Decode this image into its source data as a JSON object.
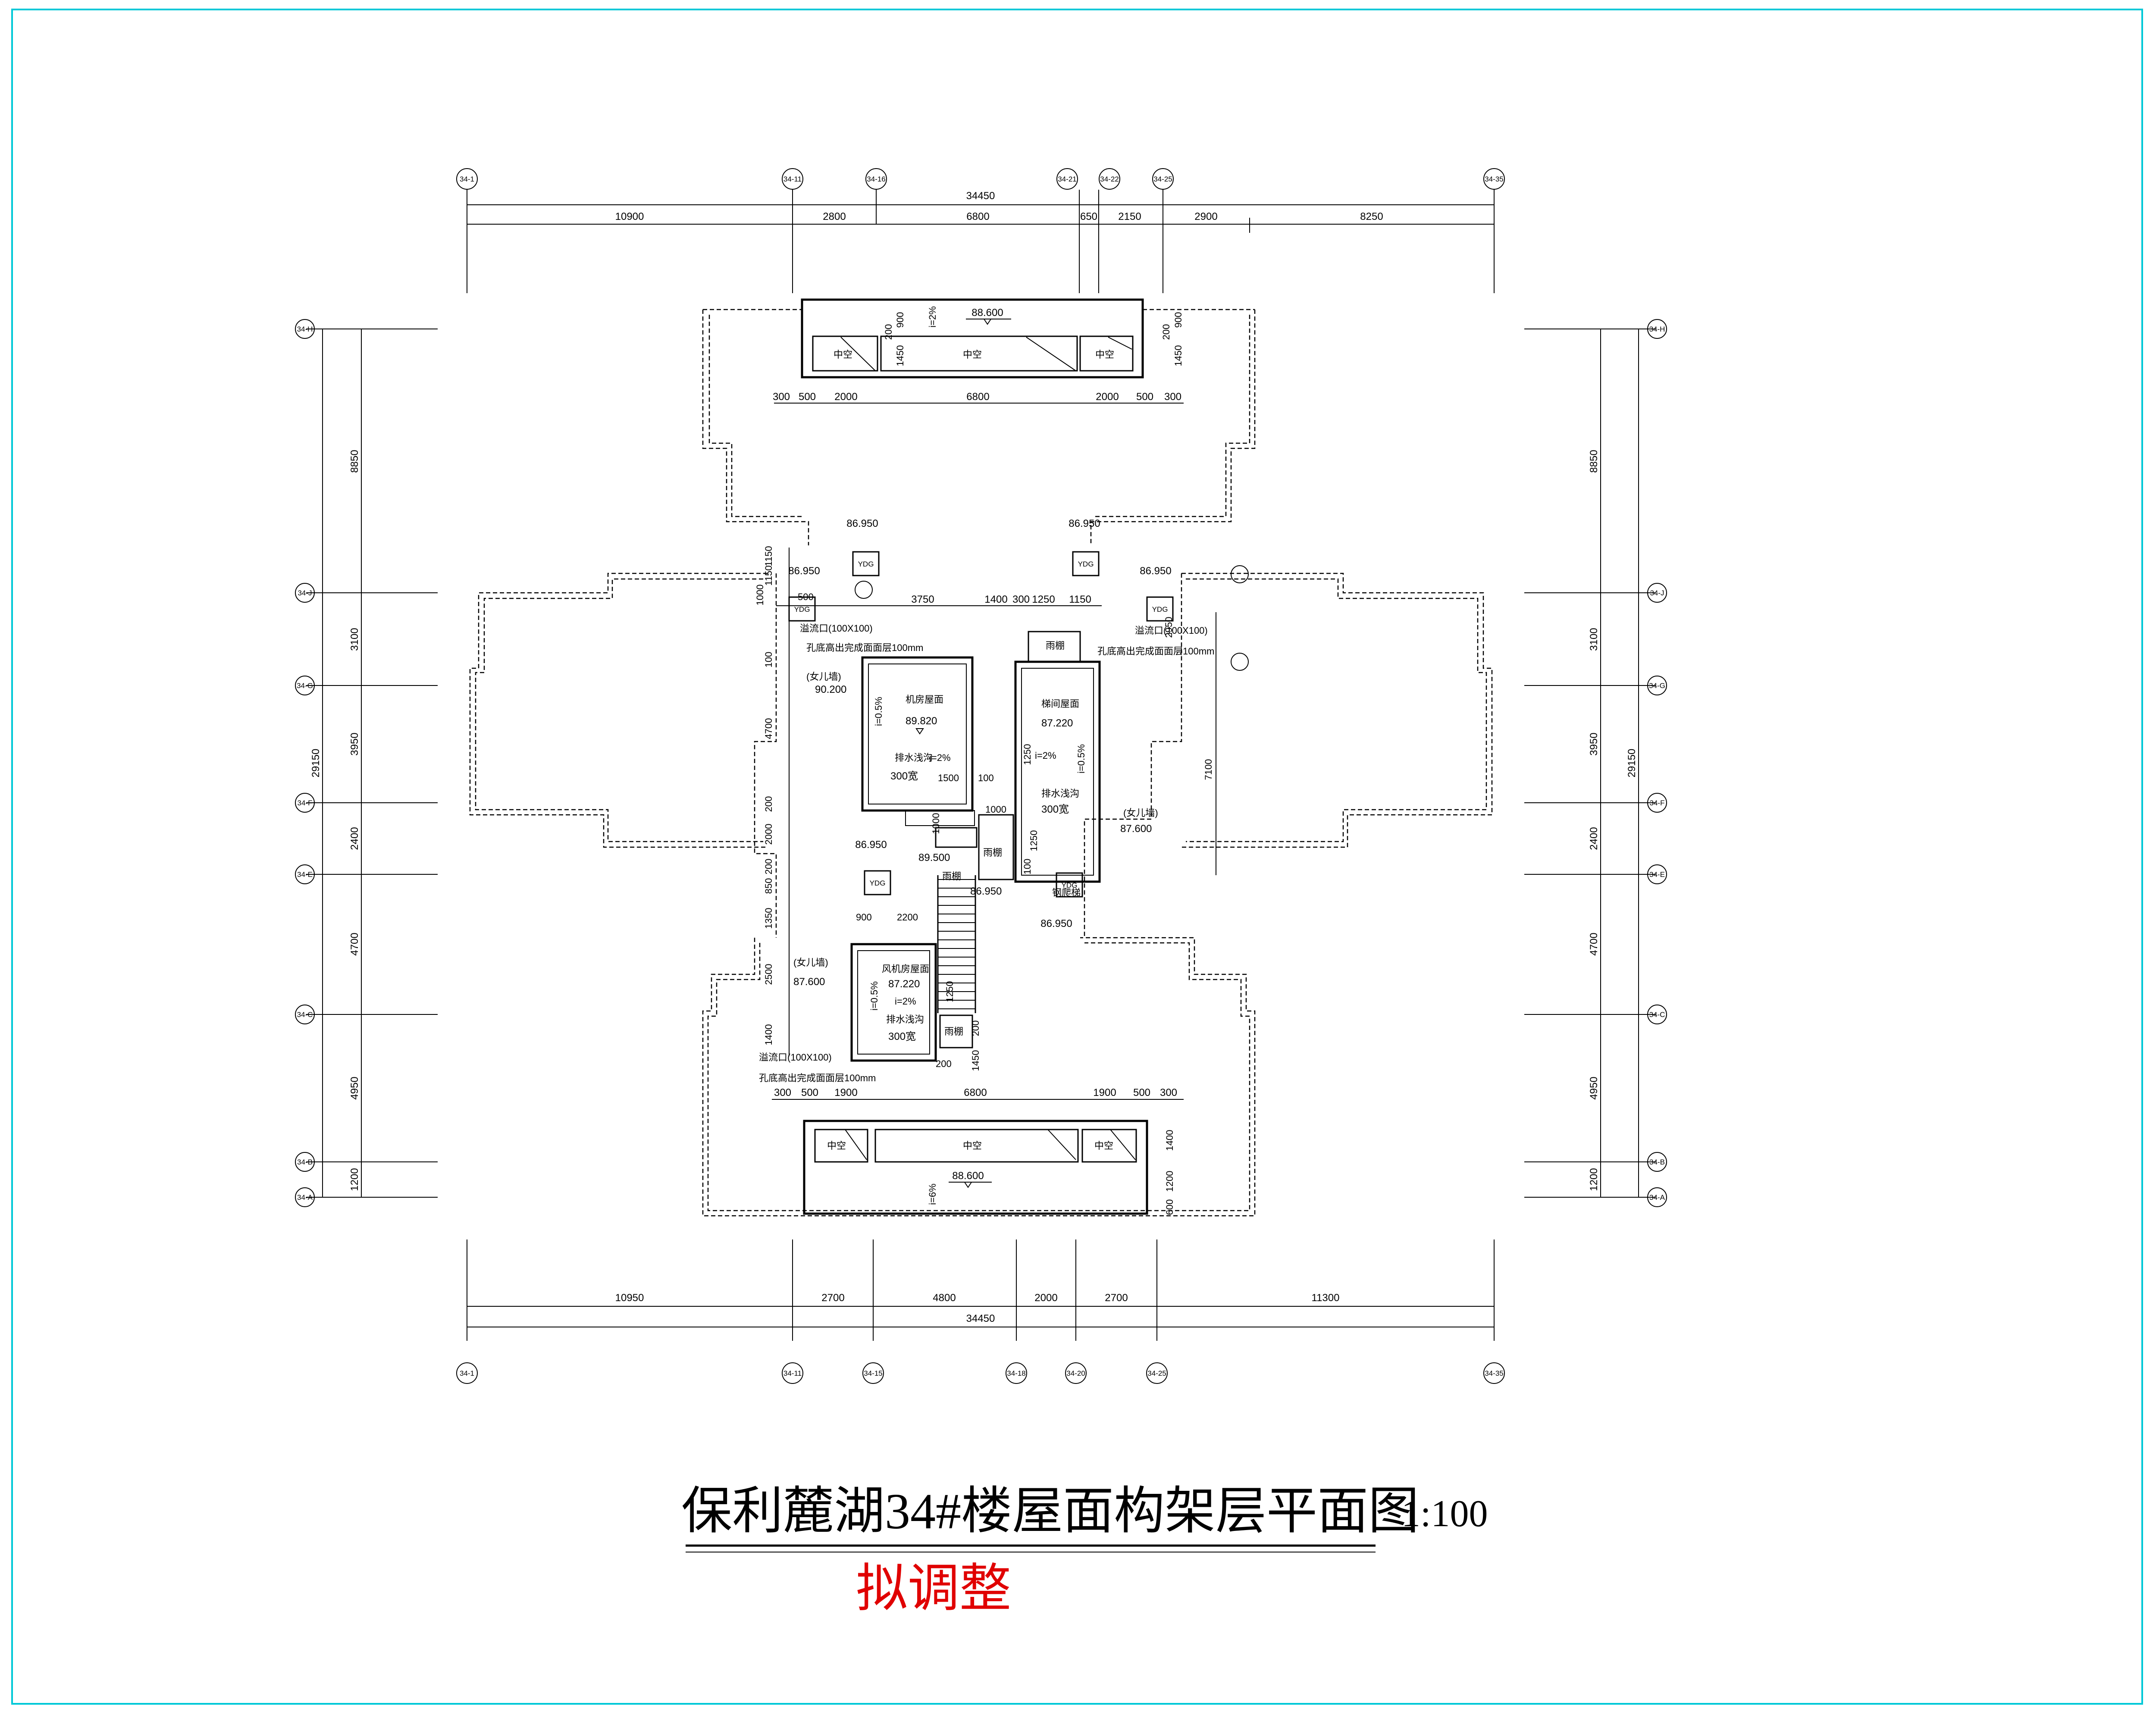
{
  "border_color": "#00c8d7",
  "note_color": "#e00000",
  "title": "保利麓湖34#楼屋面构架层平面图",
  "scale": "1:100",
  "note": "拟调整",
  "top_dims": {
    "total": "34450",
    "segments": [
      "10900",
      "2800",
      "6800",
      "650",
      "2150",
      "2900",
      "8250"
    ]
  },
  "bottom_dims": {
    "total": "34450",
    "segments": [
      "10950",
      "2700",
      "4800",
      "2000",
      "2700",
      "11300"
    ]
  },
  "left_dims": {
    "total": "29150",
    "segments": [
      "8850",
      "3100",
      "3950",
      "2400",
      "4700",
      "4950",
      "1200"
    ]
  },
  "right_dims": {
    "total": "29150",
    "segments": [
      "8850",
      "3100",
      "3950",
      "2400",
      "4700",
      "4950",
      "1200"
    ]
  },
  "top_axes": [
    "34-1",
    "34-11",
    "34-16",
    "34-21",
    "34-22",
    "34-25",
    "34-35"
  ],
  "bottom_axes": [
    "34-1",
    "34-11",
    "34-15",
    "34-18",
    "34-20",
    "34-25",
    "34-35"
  ],
  "left_axes": [
    "34-H",
    "34-J",
    "34-G",
    "34-F",
    "34-E",
    "34-C",
    "34-B",
    "34-A"
  ],
  "right_axes": [
    "34-H",
    "34-J",
    "34-G",
    "34-F",
    "34-E",
    "34-C",
    "34-B",
    "34-A"
  ],
  "top_frame": {
    "elevation": "88.600",
    "slope": "i=2%",
    "void_label": "中空",
    "sub_dims": [
      "300",
      "500",
      "2000",
      "6800",
      "2000",
      "500",
      "300"
    ],
    "side_dims": [
      "200",
      "900",
      "1450"
    ]
  },
  "bottom_frame": {
    "elevation": "88.600",
    "slope": "i=6%",
    "void_label": "中空",
    "sub_dims": [
      "300",
      "500",
      "1900",
      "6800",
      "1900",
      "500",
      "300"
    ],
    "side_dims": [
      "1400",
      "1200",
      "600"
    ]
  },
  "ydg_label": "YDG",
  "ydg_elevations": [
    "86.950",
    "86.950",
    "86.950",
    "86.950",
    "86.950",
    "86.950"
  ],
  "core": {
    "dims_top": [
      "3750",
      "1400",
      "300",
      "1250",
      "1150"
    ],
    "dims_left": [
      "1150",
      "100",
      "4700",
      "200",
      "2000",
      "200",
      "850",
      "1350",
      "2500",
      "1400"
    ],
    "dims_misc": [
      "500",
      "1000",
      "1150",
      "900",
      "2200",
      "1500",
      "100",
      "1000",
      "1000",
      "1250",
      "1250",
      "200",
      "1450",
      "1250",
      "100",
      "200",
      "2950",
      "7100"
    ],
    "overflow_top_left": "溢流口(100X100)",
    "overflow_top_right": "溢流口(100X100)",
    "overflow_bottom": "溢流口(100X100)",
    "hole_note_left": "孔底高出完成面面层100mm",
    "hole_note_right": "孔底高出完成面面层100mm",
    "hole_note_bottom": "孔底高出完成面面层100mm",
    "machine_room": {
      "label": "机房屋面",
      "elevation": "89.820",
      "parapet": "(女儿墙)",
      "parapet_elev": "90.200",
      "slope1": "i=0.5%",
      "slope2": "i=2%",
      "gutter": "排水浅沟",
      "gutter_w": "300宽"
    },
    "stair_roof": {
      "label": "梯间屋面",
      "elevation": "87.220",
      "slope1": "i=2%",
      "slope2": "i=0.5%",
      "gutter": "排水浅沟",
      "gutter_w": "300宽",
      "parapet": "(女儿墙)",
      "parapet_elev": "87.600"
    },
    "fan_room": {
      "label": "风机房屋面",
      "elevation": "87.220",
      "slope1": "i=0.5%",
      "slope2": "i=2%",
      "gutter": "排水浅沟",
      "gutter_w": "300宽",
      "parapet": "(女儿墙)",
      "parapet_elev": "87.600"
    },
    "canopy": "雨棚",
    "elev_89500": "89.500",
    "elev_86950_mid": "86.950",
    "elev_86950_right": "86.950",
    "steel_ladder": "钢爬梯"
  }
}
